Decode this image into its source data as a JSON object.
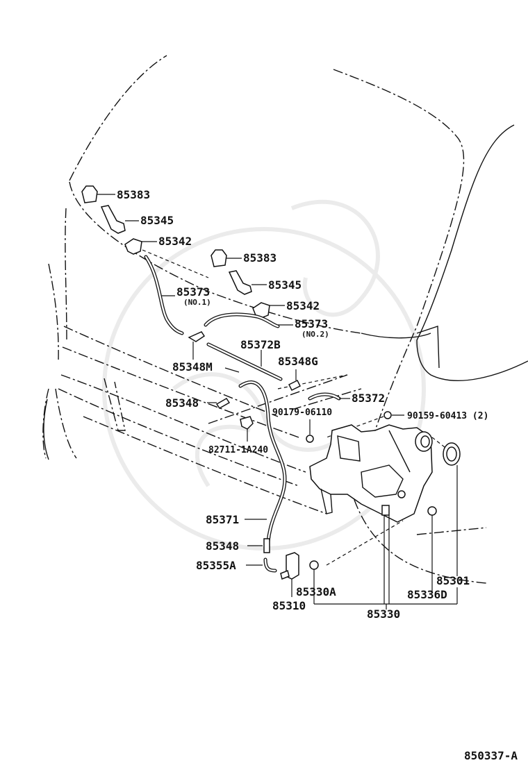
{
  "labels": {
    "p85383_a": "85383",
    "p85345_a": "85345",
    "p85342_a": "85342",
    "p85383_b": "85383",
    "p85345_b": "85345",
    "p85373_a": "85373",
    "p85373_a_note": "(NO.1)",
    "p85342_b": "85342",
    "p85373_b": "85373",
    "p85373_b_note": "(NO.2)",
    "p85372b": "85372B",
    "p85348m": "85348M",
    "p85348g": "85348G",
    "p85348_a": "85348",
    "p85372": "85372",
    "p90179": "90179-06110",
    "p90159": "90159-60413 (2)",
    "p82711": "82711-1A240",
    "p85371": "85371",
    "p85348_b": "85348",
    "p85355a": "85355A",
    "p85330a": "85330A",
    "p85310": "85310",
    "p85330": "85330",
    "p85301": "85301",
    "p85336d": "85336D"
  },
  "diagram_code": "850337-A"
}
